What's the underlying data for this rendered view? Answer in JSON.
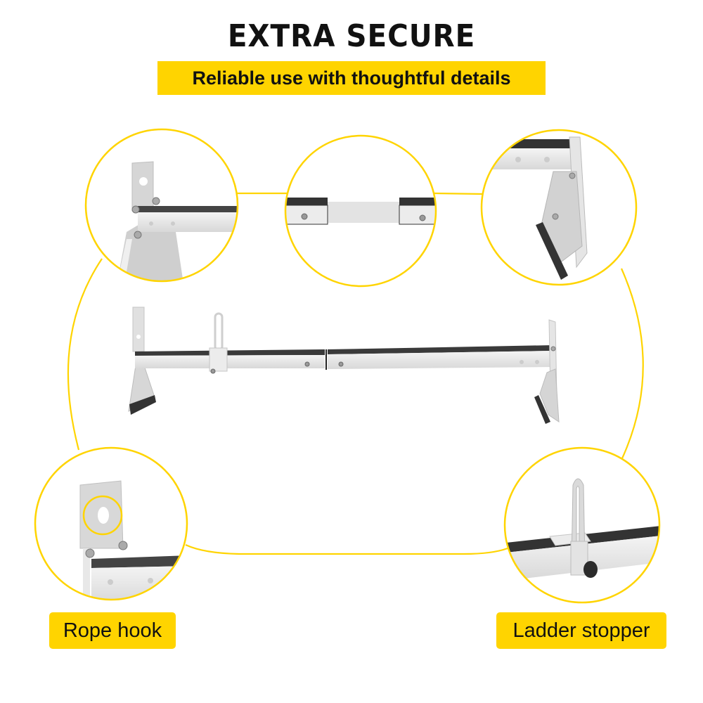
{
  "header": {
    "title": "EXTRA SECURE",
    "subtitle": "Reliable use with thoughtful details"
  },
  "detail_circles": [
    {
      "id": "top-left",
      "depicts": "end bracket with rope hook and bolts"
    },
    {
      "id": "top-center",
      "depicts": "telescoping crossbar joint"
    },
    {
      "id": "top-right",
      "depicts": "foot bracket with rubber pad"
    },
    {
      "id": "bottom-left",
      "depicts": "rope hook hole highlighted"
    },
    {
      "id": "bottom-right",
      "depicts": "ladder stopper with knob"
    }
  ],
  "center_image": {
    "depicts": "white ladder rack crossbar with two feet and ladder stopper"
  },
  "labels": {
    "rope_hook": "Rope hook",
    "ladder_stopper": "Ladder stopper"
  },
  "colors": {
    "accent_yellow": "#FFD400",
    "text_dark": "#111111",
    "bar_top": "#333333",
    "bar_body": "#e6e6e6"
  }
}
